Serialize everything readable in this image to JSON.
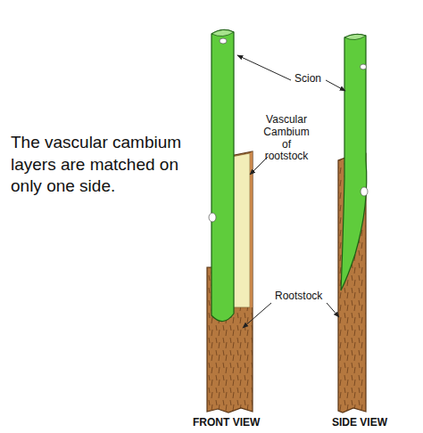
{
  "diagram": {
    "labels": [
      "The vascular cambium layers are matched on only one side.",
      "Scion",
      "Vascular Cambium of rootstock",
      "Rootstock",
      "FRONT VIEW",
      "SIDE VIEW"
    ]
  }
}
